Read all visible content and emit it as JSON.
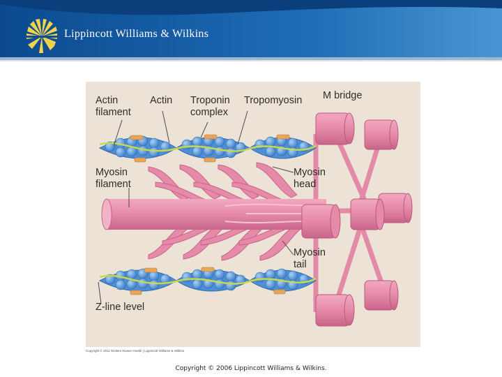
{
  "header": {
    "publisher_name": "Lippincott Williams & Wilkins",
    "colors": {
      "band_dark": "#0d4f95",
      "band_light": "#3a86c8",
      "logo": "#f3d34a"
    }
  },
  "diagram": {
    "labels": {
      "actin_filament": "Actin\nfilament",
      "actin": "Actin",
      "troponin_complex": "Troponin\ncomplex",
      "tropomyosin": "Tropomyosin",
      "m_bridge": "M bridge",
      "myosin_filament": "Myosin\nfilament",
      "myosin_head": "Myosin\nhead",
      "myosin_tail": "Myosin\ntail",
      "z_line_level": "Z-line level"
    },
    "colors": {
      "actin": "#4f8fd6",
      "myosin": "#e07fa0",
      "tropomyosin": "#c9d84a",
      "troponin": "#e8a65a",
      "background": "#ece3d6"
    },
    "image_copyright": "Copyright © 2011 Wolters Kluwer Health | Lippincott Williams & Wilkins"
  },
  "footer": {
    "copyright": "Copyright © 2006 Lippincott Williams & Wilkins."
  }
}
